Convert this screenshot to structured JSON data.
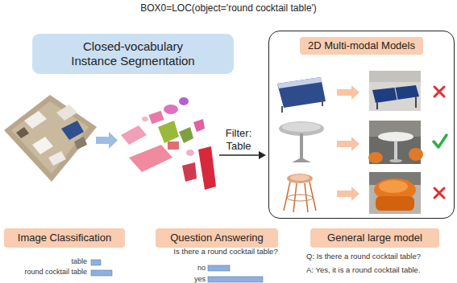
{
  "diagram": {
    "title": "BOX0=LOC(object='round cocktail table')",
    "nodes": [
      {
        "text": [
          "Closed-vocabulary Instance Segmentation"
        ]
      },
      {
        "text": [
          "2D Multi-modal Models"
        ]
      },
      {
        "text": [
          "Image Classification"
        ]
      },
      {
        "text": [
          "Question Answering"
        ]
      },
      {
        "text": [
          "General large model"
        ]
      }
    ],
    "labels": [
      "Filter: Table",
      "table",
      "round cocktail table",
      "Is there a round cocktail table?",
      "no",
      "yes",
      "Q: Is there a round cocktail table?",
      "A: Yes, it is a round cocktail table."
    ]
  }
}
